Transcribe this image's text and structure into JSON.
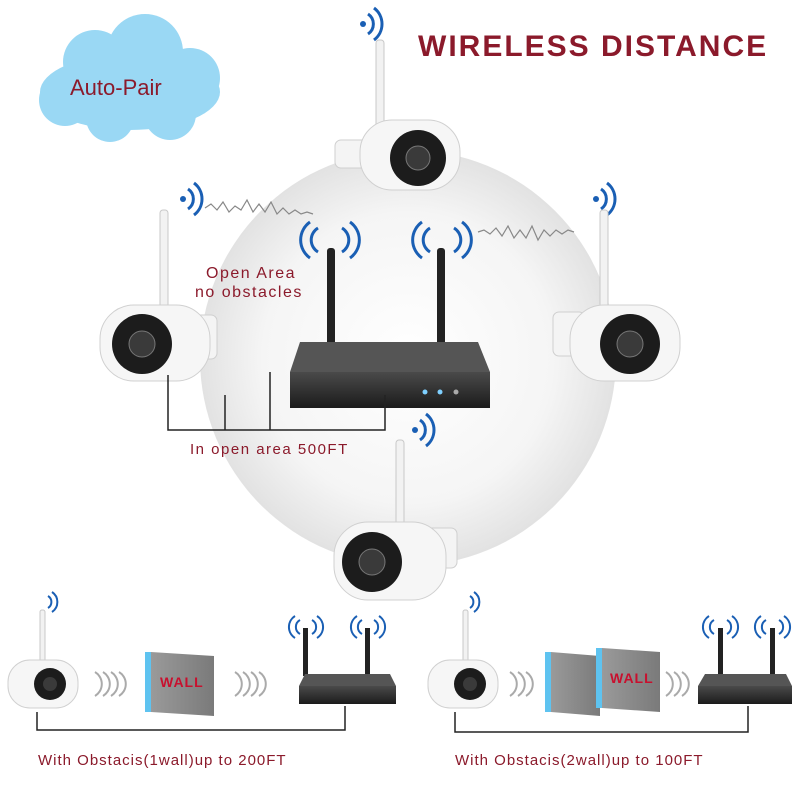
{
  "title": "WIRELESS DISTANCE",
  "badge": {
    "label": "Auto-Pair"
  },
  "center_diagram": {
    "open_area_line1": "Open Area",
    "open_area_line2": "no obstacles",
    "range_label": "In open area 500FT"
  },
  "bottom_left": {
    "wall_label": "WALL",
    "caption": "With Obstacis(1wall)up to 200FT"
  },
  "bottom_right": {
    "wall_label": "WALL",
    "caption": "With Obstacis(2wall)up to 100FT"
  },
  "colors": {
    "title": "#8b1a2b",
    "cloud": "#9ad8f4",
    "wall": "#8c8c8c",
    "wall_edge": "#5ec3f0",
    "nvr": "#2a2a2a"
  }
}
